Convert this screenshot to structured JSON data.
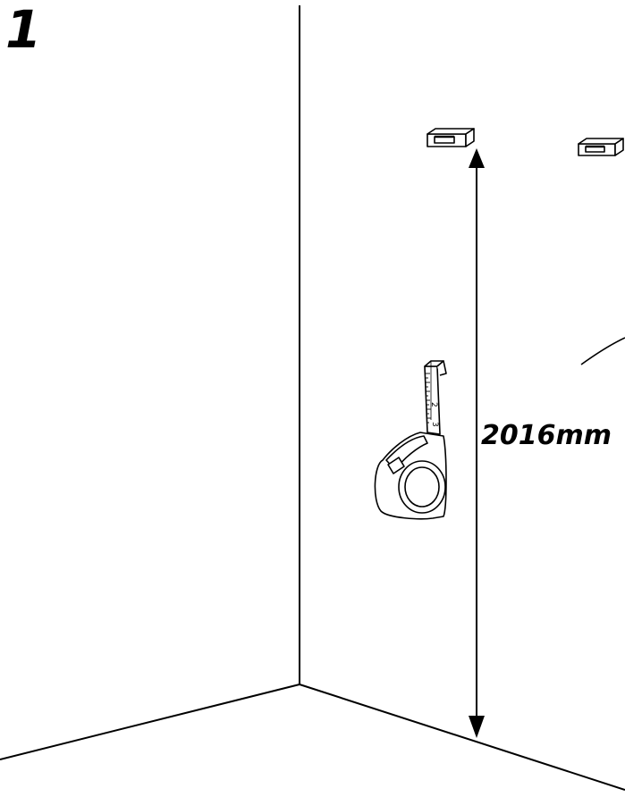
{
  "step": {
    "number": "1"
  },
  "measurement": {
    "height_label": "2016mm"
  },
  "tape_measure": {
    "digits": [
      "2",
      "3"
    ]
  },
  "icons": {
    "bracket": "wall-bracket-icon",
    "tape_measure": "tape-measure-icon",
    "arrow": "double-headed-arrow"
  },
  "colors": {
    "line": "#000000",
    "background": "#ffffff"
  }
}
